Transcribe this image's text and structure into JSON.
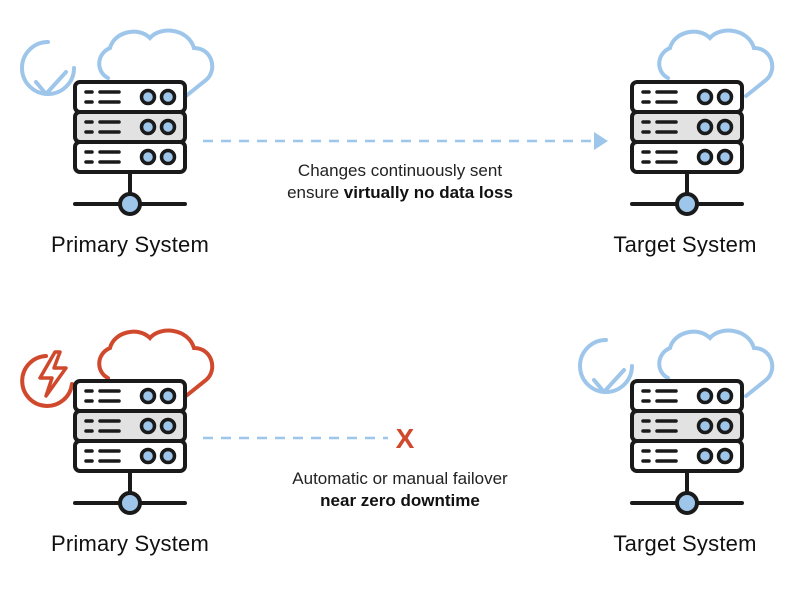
{
  "top": {
    "source_label": "Primary System",
    "target_label": "Target System",
    "caption_line1": "Changes continuously sent",
    "caption_line2_prefix": "ensure ",
    "caption_line2_bold": "virtually no data loss"
  },
  "bottom": {
    "source_label": "Primary System",
    "target_label": "Target System",
    "caption_line1": "Automatic or manual failover",
    "caption_line2_bold": "near zero downtime",
    "break_mark": "X"
  },
  "colors": {
    "ok": "#9ec5ea",
    "failure": "#d0492c",
    "outline": "#1a1a1a",
    "server_band": "#e2e2e2"
  },
  "icons": [
    "cloud-icon",
    "checkmark-circle-icon",
    "lightning-circle-icon",
    "server-rack-icon",
    "network-base-icon",
    "arrow-right-icon"
  ]
}
